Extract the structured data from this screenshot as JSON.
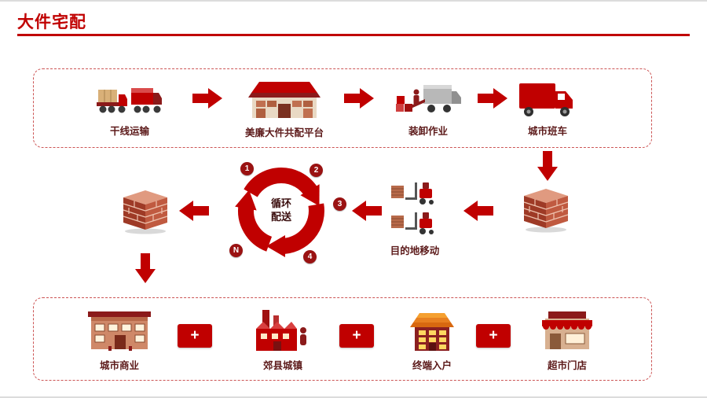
{
  "colors": {
    "accent": "#C00000",
    "dark_accent": "#8B1A1A"
  },
  "header": {
    "title": "大件宅配"
  },
  "top_flow": {
    "items": [
      {
        "label": "干线运输"
      },
      {
        "label": "美廉大件共配平台"
      },
      {
        "label": "装卸作业"
      },
      {
        "label": "城市班车"
      }
    ]
  },
  "middle_flow": {
    "cycle_center": "循环配送",
    "cycle_steps": [
      "1",
      "2",
      "3",
      "4",
      "N"
    ],
    "destination_label": "目的地移动"
  },
  "bottom_flow": {
    "plus": "+",
    "items": [
      {
        "label": "城市商业"
      },
      {
        "label": "郊县城镇"
      },
      {
        "label": "终端入户"
      },
      {
        "label": "超市门店"
      }
    ]
  }
}
